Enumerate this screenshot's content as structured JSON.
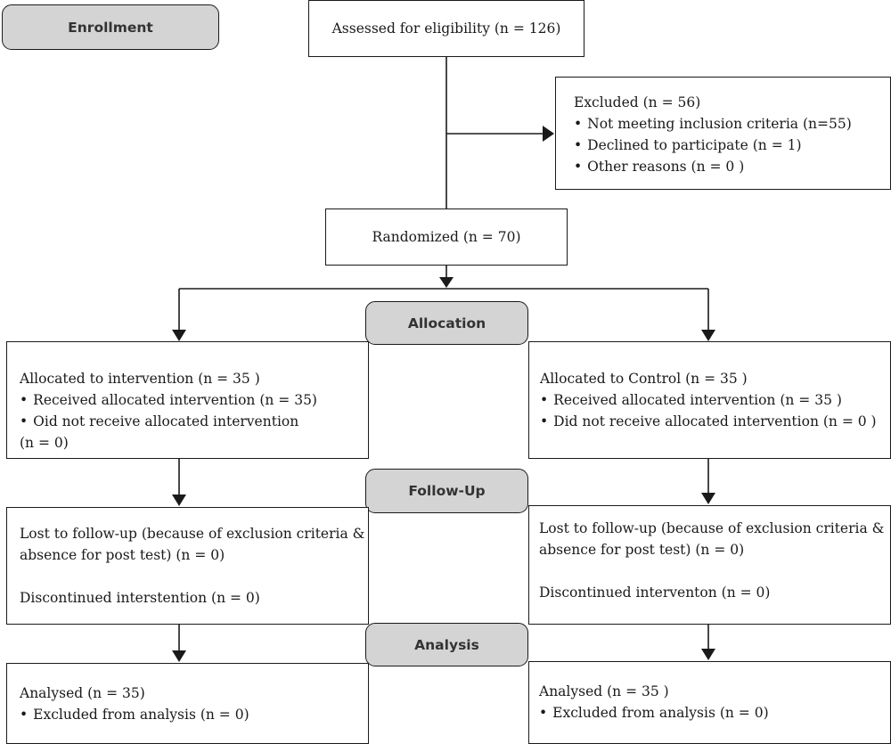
{
  "stages": {
    "enrollment": "Enrollment",
    "allocation": "Allocation",
    "follow_up": "Follow-Up",
    "analysis": "Analysis"
  },
  "assessed": {
    "text": "Assessed for eligibility (n = 126)"
  },
  "excluded": {
    "title": "Excluded (n = 56)",
    "items": [
      "Not meeting inclusion criteria (n=55)",
      "Declined to participate (n = 1)",
      "Other reasons (n = 0 )"
    ]
  },
  "randomized": {
    "text": "Randomized (n = 70)"
  },
  "allocation": {
    "intervention": {
      "title": "Allocated to intervention (n = 35 )",
      "items": [
        "Received allocated intervention (n = 35)",
        "Oid not receive allocated intervention"
      ],
      "note": "(n = 0)"
    },
    "control": {
      "title": "Allocated to Control (n = 35 )",
      "items": [
        "Received allocated intervention (n = 35 )",
        "Did not receive allocated intervention (n = 0 )"
      ]
    }
  },
  "follow_up": {
    "intervention": {
      "lost_line1": "Lost to follow-up (because of exclusion criteria &",
      "lost_line2": "absence for post test) (n = 0)",
      "discontinued": "Discontinued interstention (n = 0)"
    },
    "control": {
      "lost_line1": "Lost to follow-up (because of exclusion criteria &",
      "lost_line2": "absence for post test) (n = 0)",
      "discontinued": "Discontinued interventon (n = 0)"
    }
  },
  "analysis": {
    "intervention": {
      "title": "Analysed (n = 35)",
      "items": [
        "Excluded from analysis (n = 0)"
      ]
    },
    "control": {
      "title": "Analysed (n = 35 )",
      "items": [
        "Excluded from analysis (n = 0)"
      ]
    }
  }
}
